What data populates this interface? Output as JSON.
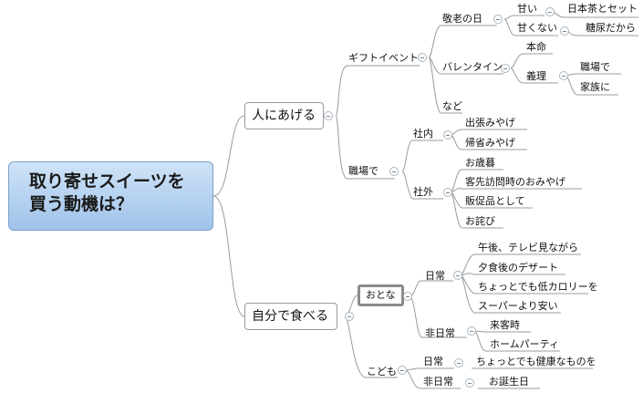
{
  "root": {
    "line1": "取り寄せスイーツを",
    "line2": "買う動機は？"
  },
  "gift": {
    "label": "人にあげる",
    "event": {
      "label": "ギフトイベント",
      "keiro": {
        "label": "敬老の日",
        "amai": "甘い",
        "amai_item": "日本茶とセット",
        "amakunai": "甘くない",
        "amakunai_item": "糖尿だから"
      },
      "valentine": {
        "label": "バレンタイン",
        "honmei": "本命",
        "giri": "義理",
        "shokuba": "職場で",
        "kazoku": "家族に"
      },
      "nado": "など"
    },
    "work": {
      "label": "職場で",
      "shanai": {
        "label": "社内",
        "items": [
          "出張みやげ",
          "帰省みやげ"
        ]
      },
      "shagai": {
        "label": "社外",
        "items": [
          "お歳暮",
          "客先訪問時のおみやげ",
          "販促品として",
          "お詫び"
        ]
      }
    }
  },
  "self": {
    "label": "自分で食べる",
    "otona": {
      "label": "おとな",
      "nichijo": {
        "label": "日常",
        "items": [
          "午後、テレビ見ながら",
          "夕食後のデザート",
          "ちょっとでも低カロリーを",
          "スーパーより安い"
        ]
      },
      "hinichijo": {
        "label": "非日常",
        "items": [
          "来客時",
          "ホームパーティ"
        ]
      }
    },
    "kodomo": {
      "label": "こども",
      "nichijo": {
        "label": "日常",
        "item": "ちょっとでも健康なものを"
      },
      "hinichijo": {
        "label": "非日常",
        "item": "お誕生日"
      }
    }
  }
}
